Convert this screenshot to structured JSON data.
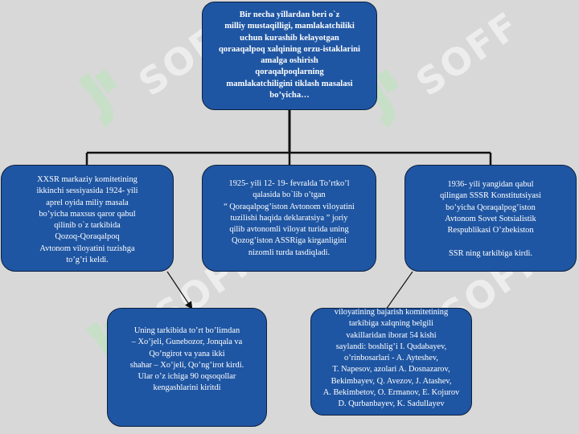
{
  "watermark": {
    "text": "SOFF",
    "logo_icon": "soff-logo-icon"
  },
  "top_box": {
    "text": "Bir necha yillardan beri o`z\nmilliy mustaqilligi, mamlakatchiliki\nuchun kurashib kelayotgan\nqoraaqalpoq xalqining orzu-istaklarini\namalga oshirish\nqoraqalpoqlarning\nmamlakatchiligini   tiklash  masalasi\nbo’yicha…"
  },
  "box_xxsr": {
    "text": "XXSR  markaziy  komitetining\nikkinchi  sessiyasida  1924- yili\naprel  oyida  miliy  masala\nbo’yicha  maxsus qaror  qabul\nqilinib  o`z  tarkibida\nQozoq-Qoraqalpoq\nAvtonom  viloyatini  tuzishga\nto’g’ri  keldi."
  },
  "box_1925": {
    "text": "1925- yili  12- 19-  fevralda  To’rtko’l\nqalasida  bo`lib  o’tgan\n“ Qoraqalpog’iston  Avtonom  viloyatini\ntuzilishi  haqida  deklaratsiya  ”  joriy\nqilib  avtonomli  viloyat   turida uning\nQozog’iston  ASSRiga  kirganligini\nnizomli   turda  tasdiqladi."
  },
  "box_1936": {
    "text": "1936- yili  yangidan  qabul\nqilingan   SSSR  Konstitutsiyasi\nbo’yicha   Qoraqalpog’iston\nAvtonom Sovet  Sotsialistik\nRespublikasi  O’zbekiston\n\nSSR ning  tarkibiga  kirdi."
  },
  "box_tarkib": {
    "text": "Uning  tarkibida  to’rt   bo’limdan\n– Xo’jeli,  Gunebozor,  Jonqala  va\nQo’ngirot  va  yana  ikki\nshahar – Xo’jeli,  Qo’ng’irot  kirdi.\nUlar  o’z  ichiga  90 oqsoqollar\nkengashlarini kiritdi"
  },
  "box_komitet": {
    "text": "viloyatining   bajarish   komitetining\ntarkibiga  xalqning   belgili\nvakillaridan  iborat  54  kishi\nsaylandi: boshlig’i  I. Qudabayev,\no’rinbosarlari -  A. Ayteshev,\nT. Napesov, azolari  A. Dosnazarov,\nBekimbayev,  Q. Avezov, J. Atashev,\nA. Bekimbetov, O. Ermanov,  E. Kojurov\nD. Qurbanbayev,  K. Sadullayev"
  },
  "colors": {
    "box_fill": "#1f56a3",
    "box_border": "#0c1f3d",
    "text": "#ffffff",
    "background": "#d8d8d8",
    "connector": "#111111",
    "watermark": "#ffffff",
    "watermark_logo": "#b8e6b8"
  }
}
